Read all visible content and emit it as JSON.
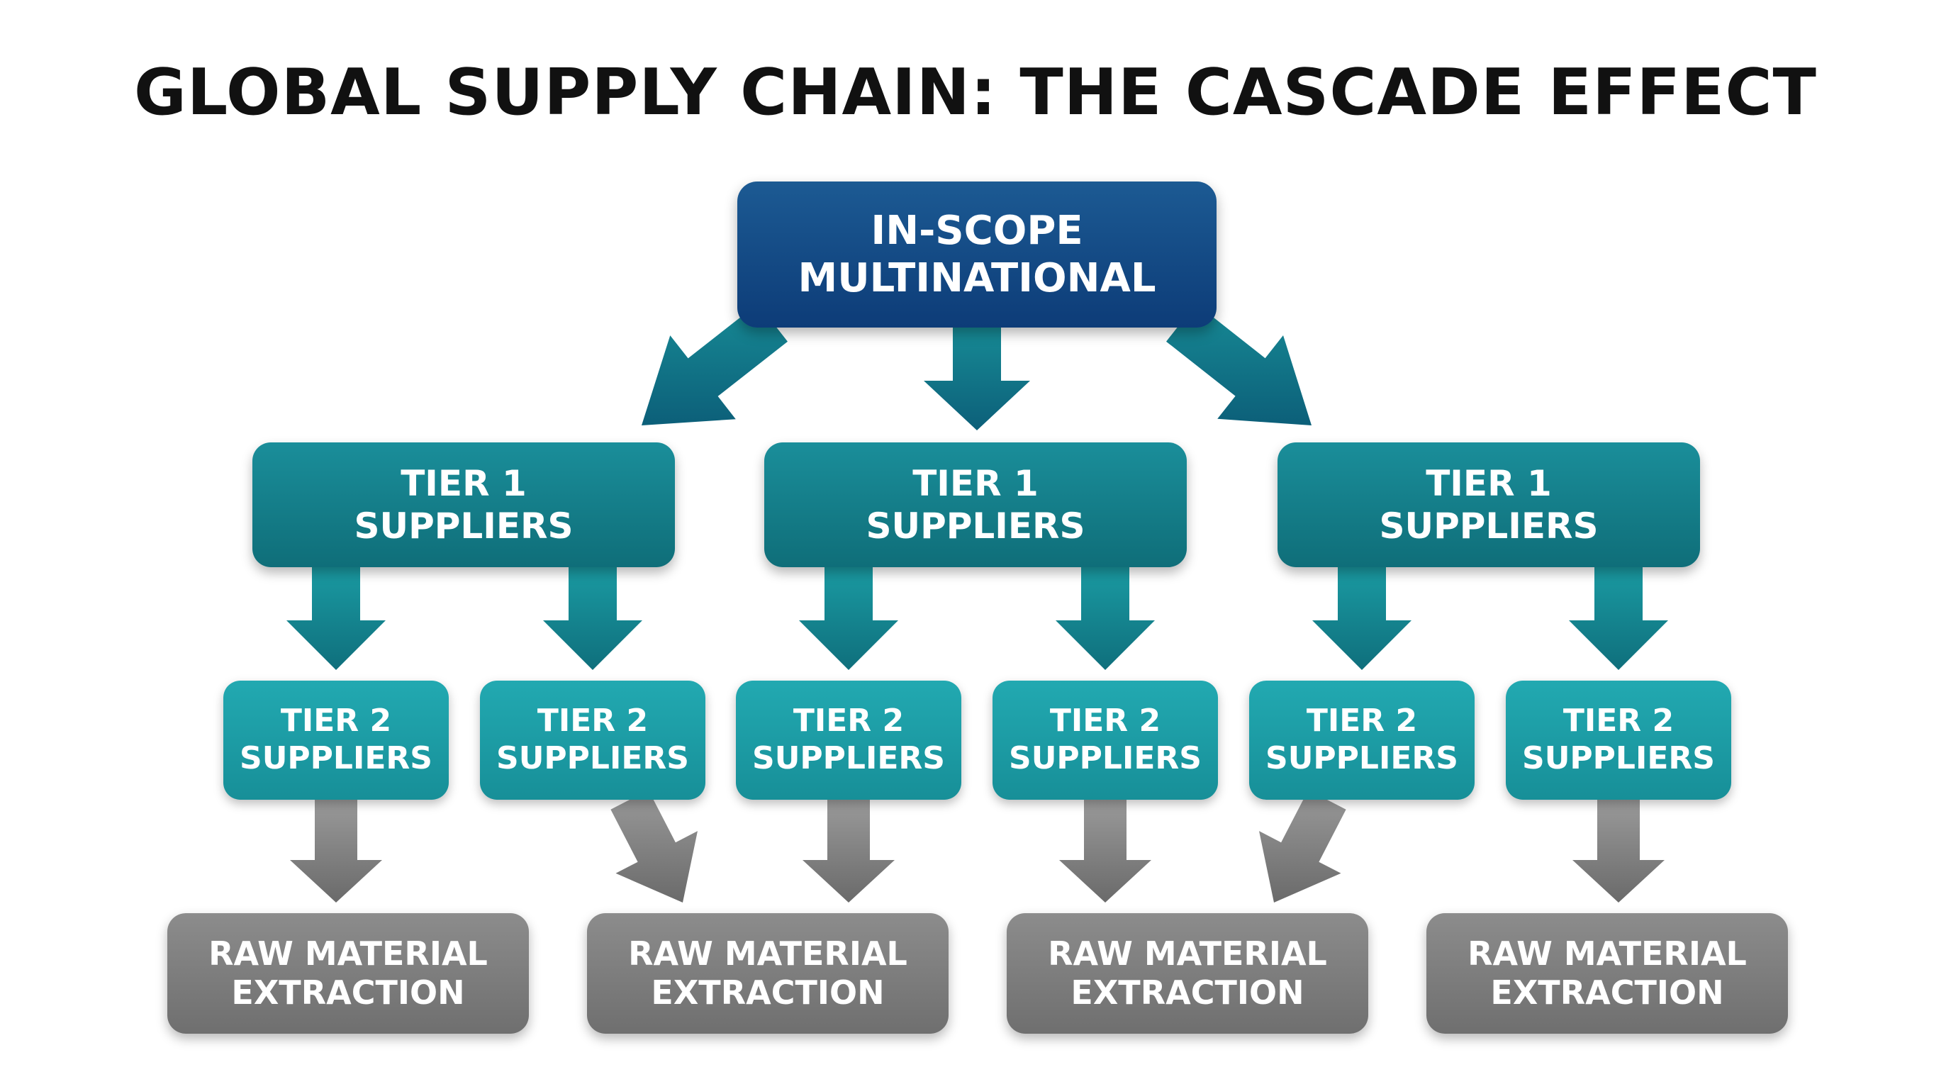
{
  "title": "GLOBAL SUPPLY CHAIN: THE CASCADE EFFECT",
  "top_node": {
    "line1": "IN-SCOPE",
    "line2": "MULTINATIONAL"
  },
  "tier1": [
    {
      "line1": "TIER 1",
      "line2": "SUPPLIERS"
    },
    {
      "line1": "TIER 1",
      "line2": "SUPPLIERS"
    },
    {
      "line1": "TIER 1",
      "line2": "SUPPLIERS"
    }
  ],
  "tier2": [
    {
      "line1": "TIER 2",
      "line2": "SUPPLIERS"
    },
    {
      "line1": "TIER 2",
      "line2": "SUPPLIERS"
    },
    {
      "line1": "TIER 2",
      "line2": "SUPPLIERS"
    },
    {
      "line1": "TIER 2",
      "line2": "SUPPLIERS"
    },
    {
      "line1": "TIER 2",
      "line2": "SUPPLIERS"
    },
    {
      "line1": "TIER 2",
      "line2": "SUPPLIERS"
    }
  ],
  "raw": [
    {
      "line1": "RAW MATERIAL",
      "line2": "EXTRACTION"
    },
    {
      "line1": "RAW MATERIAL",
      "line2": "EXTRACTION"
    },
    {
      "line1": "RAW MATERIAL",
      "line2": "EXTRACTION"
    },
    {
      "line1": "RAW MATERIAL",
      "line2": "EXTRACTION"
    }
  ],
  "colors": {
    "top": "#0f4480",
    "tier1": "#14808c",
    "tier2": "#1c9fa8",
    "raw": "#7a7a7a",
    "arrow_teal": "#17878f",
    "arrow_gray": "#8a8a8a"
  }
}
